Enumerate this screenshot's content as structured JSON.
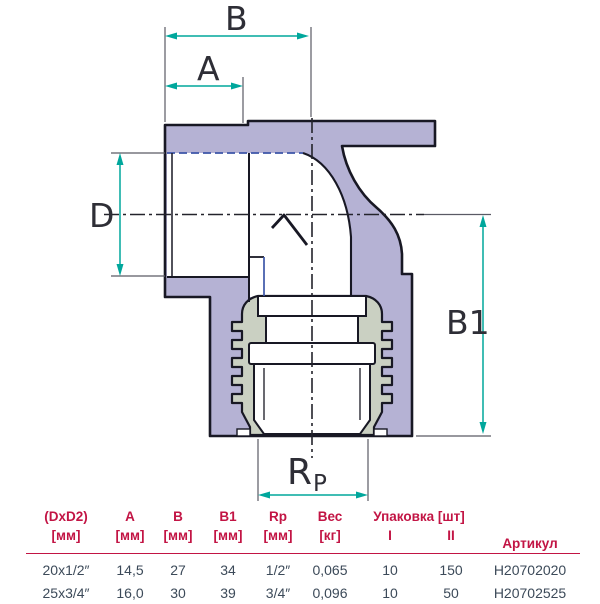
{
  "drawing": {
    "dim_b": "B",
    "dim_a": "A",
    "dim_d": "D",
    "dim_b1": "B1",
    "dim_rp_r": "R",
    "dim_rp_p": "P"
  },
  "colors": {
    "body_fill": "#b5b2d4",
    "thread_insert_fill": "#cad0c2",
    "outline": "#181824",
    "dimension_teal": "#00a79c",
    "table_accent_red": "#c21444",
    "table_text": "#3c4a59"
  },
  "table": {
    "header": {
      "dxd2": "(DxD2)",
      "dxd2_unit": "[мм]",
      "a": "A",
      "a_unit": "[мм]",
      "b": "B",
      "b_unit": "[мм]",
      "b1": "B1",
      "b1_unit": "[мм]",
      "rp": "Rp",
      "rp_unit": "[мм]",
      "ves": "Вес",
      "ves_unit": "[кг]",
      "pack": "Упаковка [шт]",
      "pack_i": "I",
      "pack_ii": "II",
      "art": "Артикул"
    },
    "rows": [
      {
        "dxd2": "20x1/2″",
        "a": "14,5",
        "b": "27",
        "b1": "34",
        "rp": "1/2″",
        "ves": "0,065",
        "pack_i": "10",
        "pack_ii": "150",
        "art": "H20702020"
      },
      {
        "dxd2": "25x3/4″",
        "a": "16,0",
        "b": "30",
        "b1": "39",
        "rp": "3/4″",
        "ves": "0,096",
        "pack_i": "10",
        "pack_ii": "50",
        "art": "H20702525"
      }
    ]
  }
}
